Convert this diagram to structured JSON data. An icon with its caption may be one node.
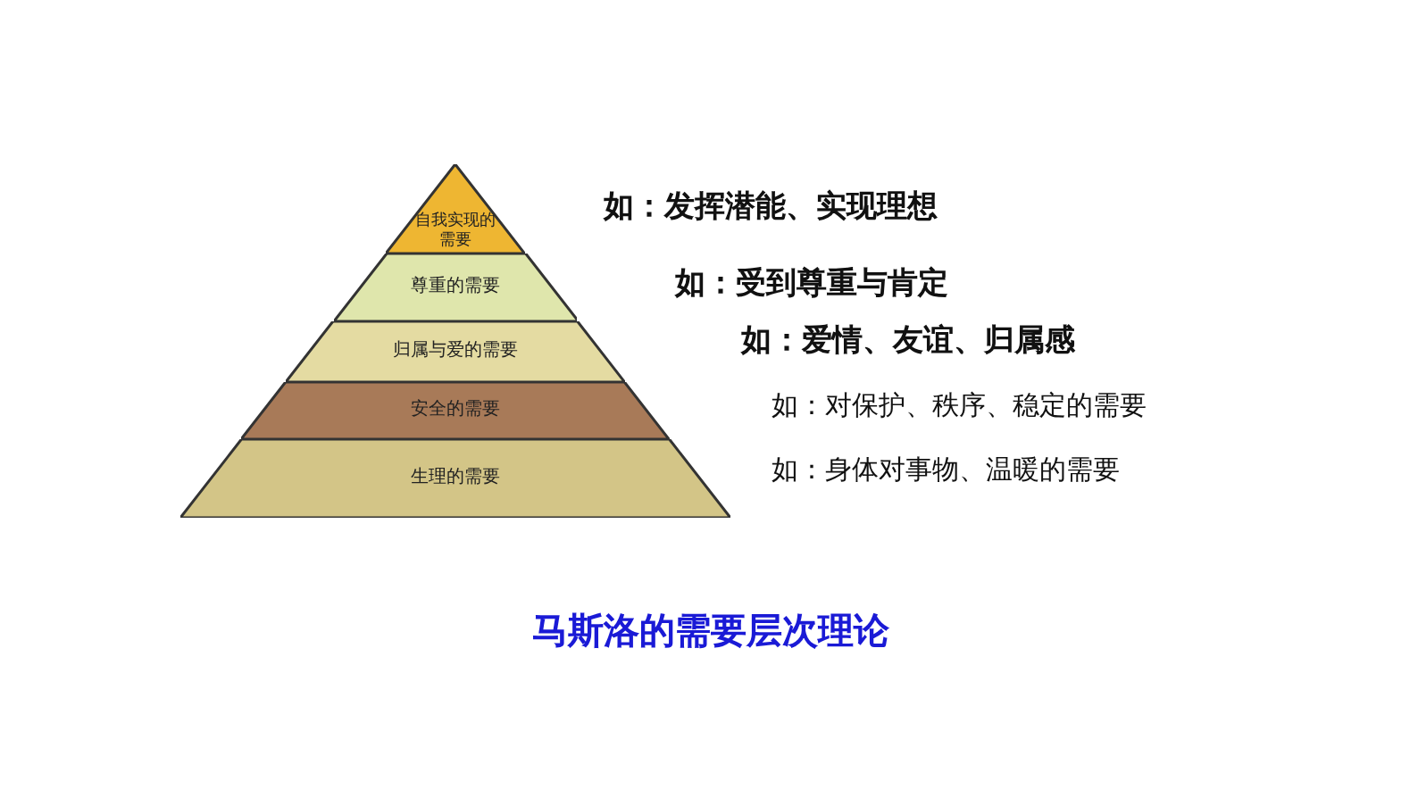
{
  "diagram": {
    "caption": "马斯洛的需要层次理论",
    "nodes": [
      {
        "text": [
          "自我实现的需要"
        ]
      },
      {
        "text": [
          "尊重的需要"
        ]
      },
      {
        "text": [
          "归属与爱的需要"
        ]
      },
      {
        "text": [
          "安全的需要"
        ]
      },
      {
        "text": [
          "生理的需要"
        ]
      }
    ],
    "labels": [
      "如：发挥潜能、实现理想",
      "如：受到尊重与肯定",
      "如：爱情、友谊、归属感",
      "如：对保护、秩序、稳定的需要",
      "如：身体对事物、温暖的需要"
    ]
  }
}
